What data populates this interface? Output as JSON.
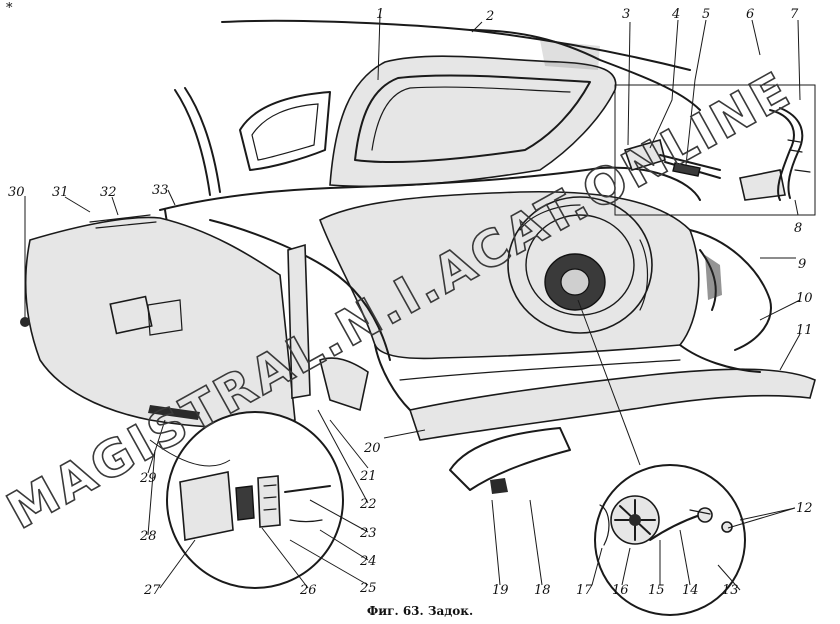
{
  "caption": "Фиг. 63. Задок.",
  "watermark": "MAGISTRAL.N.I.ACAT.ONLINE",
  "corner_mark": "*",
  "callouts": {
    "c1": "1",
    "c2": "2",
    "c3": "3",
    "c4": "4",
    "c5": "5",
    "c6": "6",
    "c7": "7",
    "c8": "8",
    "c9": "9",
    "c10": "10",
    "c11": "11",
    "c12": "12",
    "c13": "13",
    "c14": "14",
    "c15": "15",
    "c16": "16",
    "c17": "17",
    "c18": "18",
    "c19": "19",
    "c20": "20",
    "c21": "21",
    "c22": "22",
    "c23": "23",
    "c24": "24",
    "c25": "25",
    "c26": "26",
    "c27": "27",
    "c28": "28",
    "c29": "29",
    "c30": "30",
    "c31": "31",
    "c32": "32",
    "c33": "33"
  }
}
